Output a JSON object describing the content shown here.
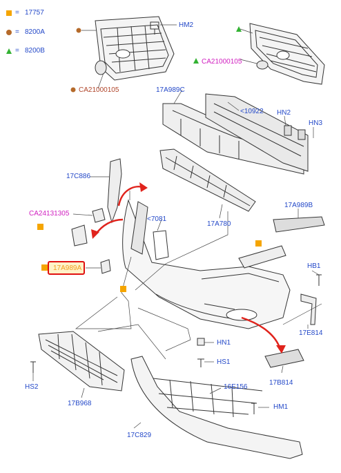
{
  "legend": [
    {
      "symbol": "square",
      "color": "#f5a500",
      "code": "17757"
    },
    {
      "symbol": "circle",
      "color": "#b56a2a",
      "code": "8200A"
    },
    {
      "symbol": "triangle",
      "color": "#33b233",
      "code": "8200B"
    }
  ],
  "legend_sep": "=",
  "parts": {
    "hm2": "HM2",
    "ca21000105_right": "CA21000105",
    "ca21000105_left": "CA21000105",
    "p17a989c": "17A989C",
    "p10922": "<10922",
    "hn2": "HN2",
    "hn3": "HN3",
    "p17c886": "17C886",
    "ca24131305": "CA24131305",
    "p7081": "<7081",
    "p17a780": "17A780",
    "p17a989b": "17A989B",
    "p17a989a": "17A989A",
    "hb1": "HB1",
    "p17e814": "17E814",
    "hn1": "HN1",
    "hs1": "HS1",
    "p17b814": "17B814",
    "hs2": "HS2",
    "p17b968": "17B968",
    "p16e156": "16E156",
    "hm1": "HM1",
    "p17c829": "17C829"
  },
  "colors": {
    "label": "#2348c8",
    "pink": "#d020c0",
    "brown": "#b0452a",
    "arrow": "#e0231c",
    "highlight_border": "#e01010",
    "highlight_text": "#f0a020",
    "line": "#333333"
  }
}
